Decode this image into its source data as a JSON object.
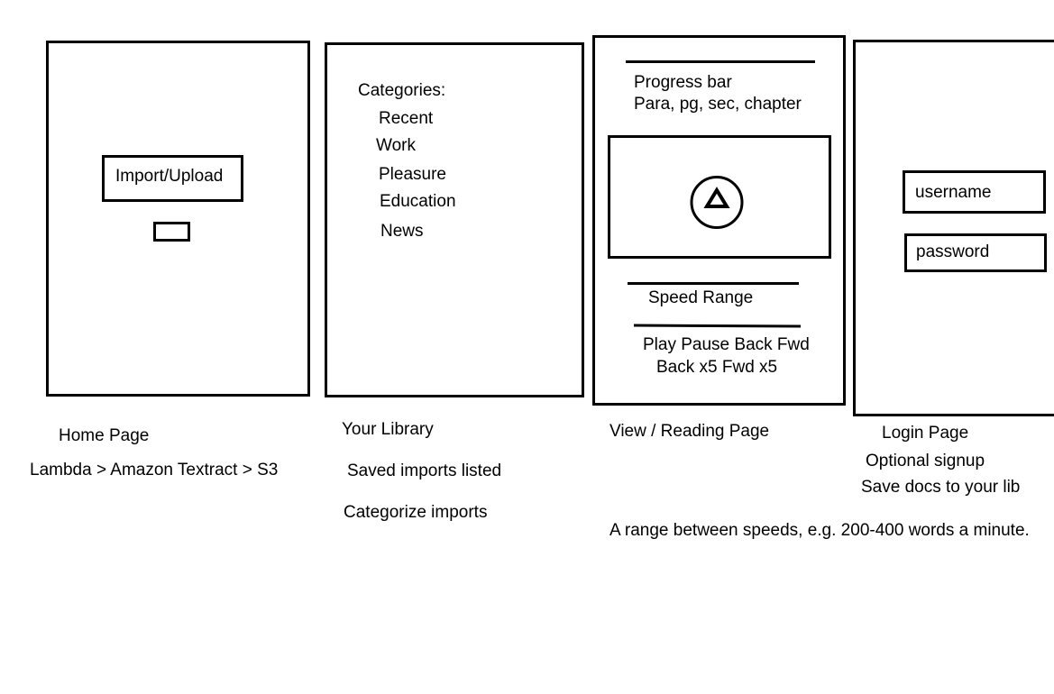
{
  "home": {
    "import_button": "Import/Upload",
    "caption": "Home Page",
    "note": "Lambda > Amazon Textract > S3"
  },
  "library": {
    "heading": "Categories:",
    "categories": [
      "Recent",
      "Work",
      "Pleasure",
      "Education",
      "News"
    ],
    "caption": "Your Library",
    "notes": [
      "Saved imports listed",
      "Categorize imports"
    ]
  },
  "reader": {
    "progress_label": "Progress bar",
    "progress_units": "Para, pg, sec, chapter",
    "speed_label": "Speed Range",
    "controls_line1": "Play Pause Back Fwd",
    "controls_line2": "Back x5 Fwd x5",
    "caption": "View / Reading Page",
    "note": "A range between speeds, e.g. 200-400 words a minute.",
    "play_icon": "play-triangle-icon"
  },
  "login": {
    "username_placeholder": "username",
    "password_placeholder": "password",
    "caption": "Login Page",
    "notes": [
      "Optional signup",
      "Save docs to your lib"
    ]
  }
}
